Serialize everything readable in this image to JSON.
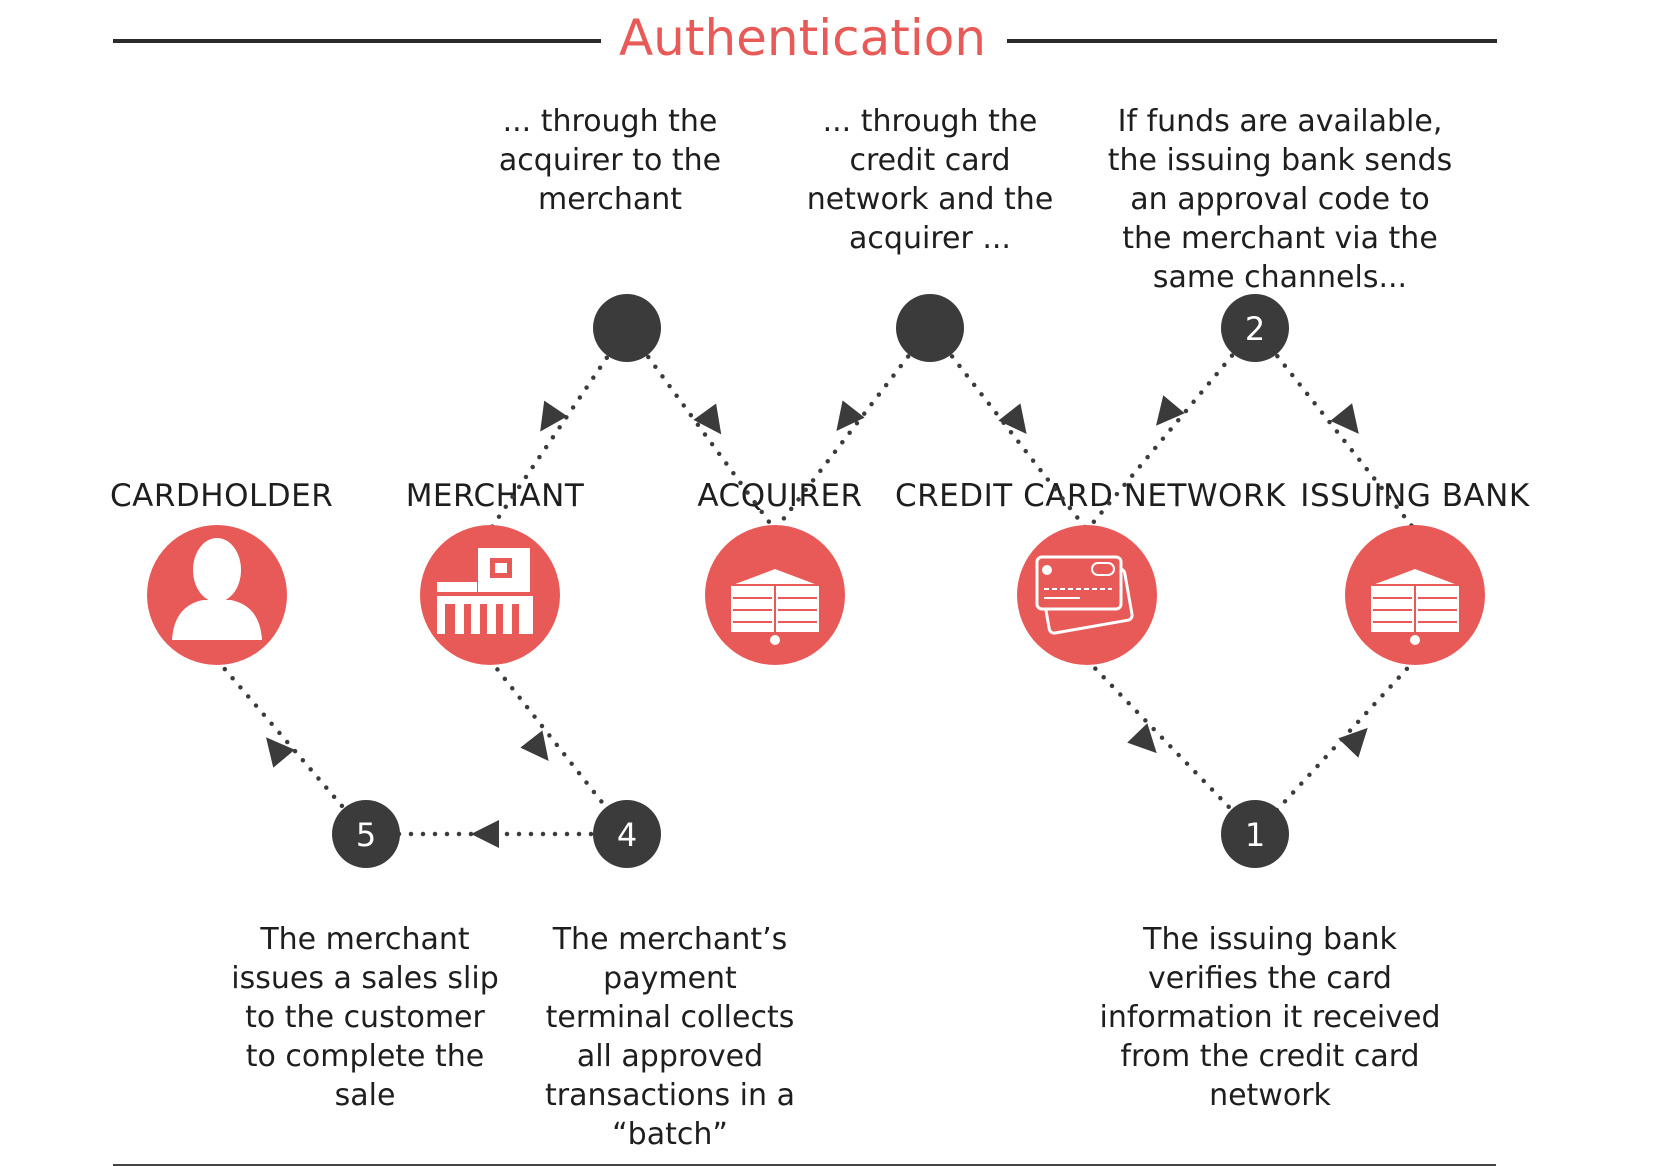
{
  "title": "Authentication",
  "colors": {
    "accent": "#e85a57",
    "node": "#3b3b3b",
    "text": "#1e1e1e"
  },
  "entities": [
    {
      "label": "CARDHOLDER",
      "icon": "person-icon"
    },
    {
      "label": "MERCHANT",
      "icon": "store-icon"
    },
    {
      "label": "ACQUIRER",
      "icon": "bank-servers-icon"
    },
    {
      "label": "CREDIT CARD NETWORK",
      "icon": "credit-card-icon"
    },
    {
      "label": "ISSUING BANK",
      "icon": "bank-servers-icon"
    }
  ],
  "steps": [
    {
      "number": "1",
      "caption": "The issuing bank\nverifies the card\ninformation it received\nfrom the credit card\nnetwork"
    },
    {
      "number": "2",
      "caption": "If funds are available,\nthe issuing bank sends\nan approval code to\nthe merchant via the\nsame channels..."
    },
    {
      "number": "",
      "caption": "... through the\ncredit card\nnetwork and the\nacquirer ..."
    },
    {
      "number": "",
      "caption": "... through the\nacquirer to the\nmerchant"
    },
    {
      "number": "4",
      "caption": "The merchant’s\npayment\nterminal collects\nall approved\ntransactions in a\n“batch”"
    },
    {
      "number": "5",
      "caption": "The merchant\nissues a sales slip\nto the customer\nto complete the\nsale"
    }
  ]
}
